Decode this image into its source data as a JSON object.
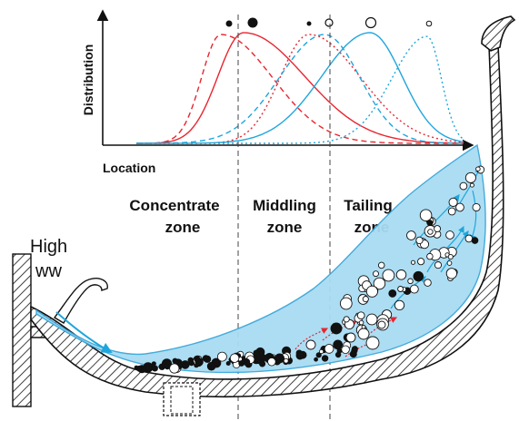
{
  "axes": {
    "ylabel": "Distribution",
    "xlabel": "Location"
  },
  "zones": [
    {
      "line1": "Concentrate",
      "line2": "zone"
    },
    {
      "line1": "Middling",
      "line2": "zone"
    },
    {
      "line1": "Tailing",
      "line2": "zone"
    }
  ],
  "water_label": {
    "line1": "High",
    "line2": "ww"
  },
  "colors": {
    "red": "#e8252f",
    "blue": "#1ea6dc",
    "water": "#a8dcf3",
    "water_edge": "#3aa7da",
    "ink": "#111111"
  },
  "curve_styles": [
    "dashed",
    "solid",
    "dotted"
  ],
  "particle_legend": [
    "small-dark",
    "large-dark",
    "small-dark",
    "small-light",
    "large-light",
    "small-light"
  ]
}
